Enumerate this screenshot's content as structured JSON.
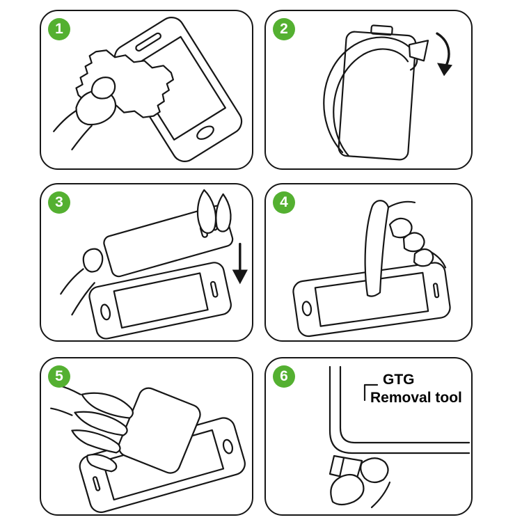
{
  "colors": {
    "badge_green": "#54b031",
    "line": "#161616",
    "background": "#ffffff"
  },
  "steps": [
    {
      "number": "1",
      "illustration": "wipe-phone-screen-with-cloth"
    },
    {
      "number": "2",
      "illustration": "peel-backing-film-off-protector"
    },
    {
      "number": "3",
      "illustration": "align-and-lower-protector-onto-phone"
    },
    {
      "number": "4",
      "illustration": "press-center-of-screen-with-finger"
    },
    {
      "number": "5",
      "illustration": "smooth-surface-with-card"
    },
    {
      "number": "6",
      "illustration": "lift-corner-with-removal-tool",
      "label": {
        "line1": "GTG",
        "line2": "Removal tool"
      }
    }
  ]
}
